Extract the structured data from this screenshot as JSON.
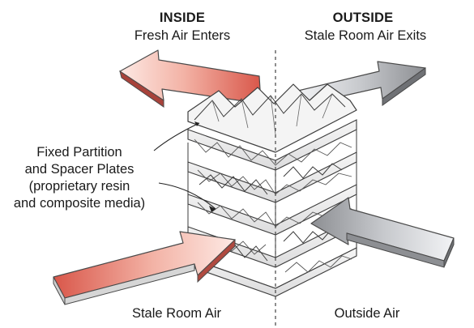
{
  "inside": {
    "heading": "INSIDE",
    "caption": "Fresh Air Enters"
  },
  "outside": {
    "heading": "OUTSIDE",
    "caption": "Stale Room Air Exits"
  },
  "callout": {
    "line1": "Fixed Partition",
    "line2": "and Spacer Plates",
    "line3": "(proprietary resin",
    "line4": "and composite media)"
  },
  "bottom": {
    "left": "Stale Room Air",
    "right": "Outside Air"
  },
  "colors": {
    "warm_arrow_dark": "#d9574a",
    "warm_arrow_light": "#fbe4de",
    "cool_arrow_dark": "#8d8f93",
    "cool_arrow_light": "#eef0f2",
    "plate_face": "#e9e9ea",
    "plate_edge": "#6b6b6b",
    "divider": "#444444"
  }
}
